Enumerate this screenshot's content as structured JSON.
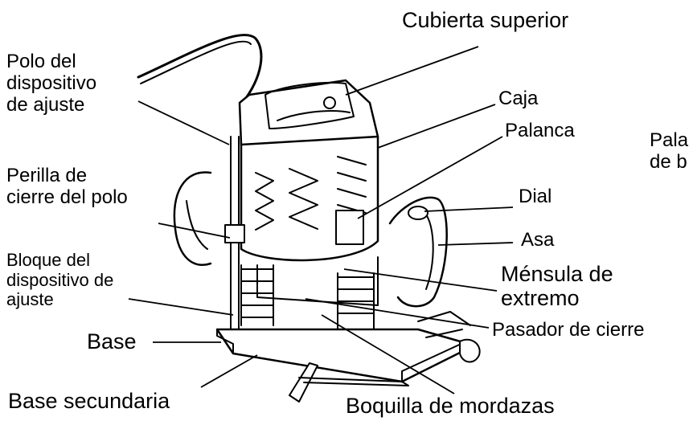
{
  "labels": {
    "cubierta_superior": "Cubierta superior",
    "polo_del_dispositivo": "Polo del\ndispositivo\nde ajuste",
    "caja": "Caja",
    "palanca": "Palanca",
    "palanca_cut": "Pala\nde b",
    "perilla_de_cierre": "Perilla de\ncierre del polo",
    "dial": "Dial",
    "asa": "Asa",
    "bloque_del_dispositivo": "Bloque del\ndispositivo de\najuste",
    "mensula_de_extremo": "Ménsula de\nextremo",
    "base": "Base",
    "pasador_de_cierre": "Pasador de cierre",
    "base_secundaria": "Base secundaria",
    "boquilla_de_mordazas": "Boquilla de mordazas"
  },
  "colors": {
    "ink": "#000000",
    "paper": "#ffffff",
    "shade": "#e6e6e6"
  }
}
